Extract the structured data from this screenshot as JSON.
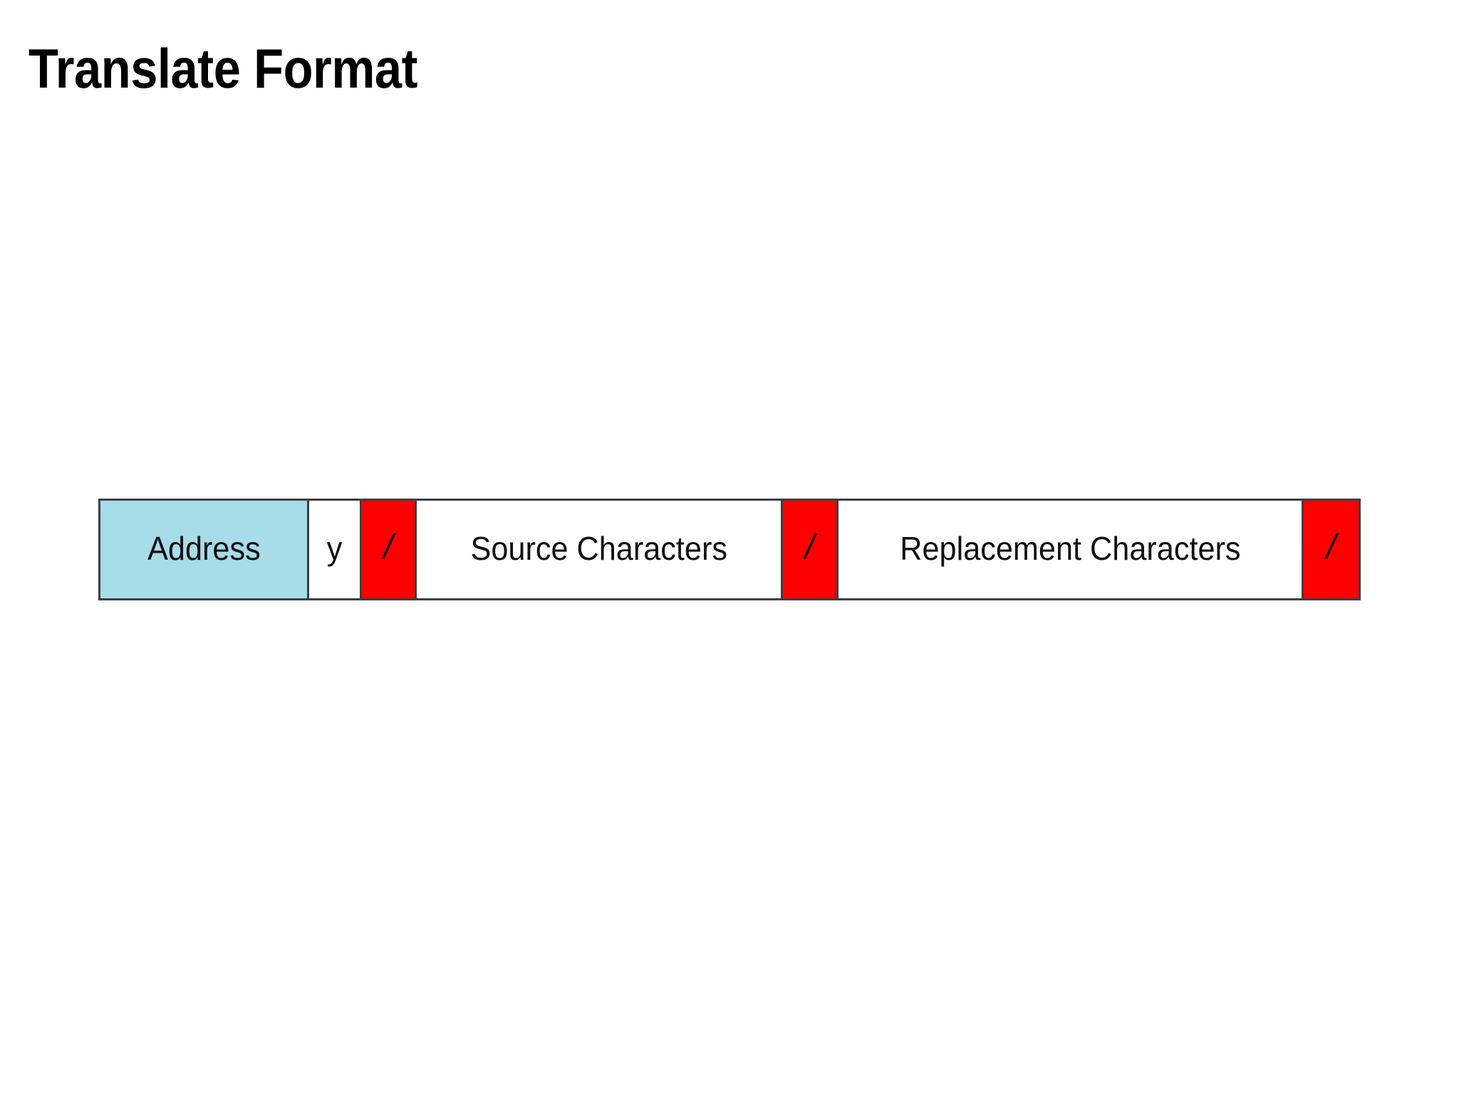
{
  "slide": {
    "title": "Translate Format",
    "background_color": "#ffffff"
  },
  "diagram": {
    "name": "translate-format-bar",
    "border_color": "#3c4043",
    "segments": [
      {
        "id": "address",
        "label": "Address",
        "fill": "#a7dce9",
        "fill_name": "light-blue"
      },
      {
        "id": "function-flag",
        "label": "y",
        "fill": "#ffffff",
        "fill_name": "white"
      },
      {
        "id": "delimiter-1",
        "label": "/",
        "fill": "#ff0000",
        "fill_name": "red"
      },
      {
        "id": "source-characters",
        "label": "Source Characters",
        "fill": "#ffffff",
        "fill_name": "white"
      },
      {
        "id": "delimiter-2",
        "label": "/",
        "fill": "#ff0000",
        "fill_name": "red"
      },
      {
        "id": "replacement-characters",
        "label": "Replacement Characters",
        "fill": "#ffffff",
        "fill_name": "white"
      },
      {
        "id": "delimiter-3",
        "label": "/",
        "fill": "#ff0000",
        "fill_name": "red"
      }
    ]
  }
}
